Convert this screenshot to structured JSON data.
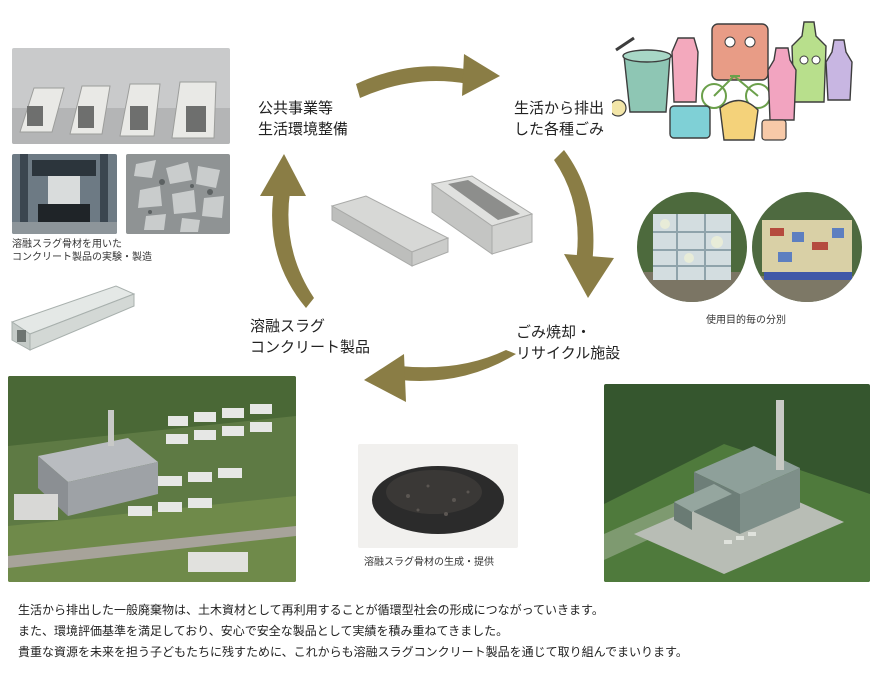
{
  "cycle": {
    "public_works": [
      "公共事業等",
      "生活環境整備"
    ],
    "household_waste": [
      "生活から排出",
      "した各種ごみ"
    ],
    "incineration": [
      "ごみ焼却・",
      "リサイクル施設"
    ],
    "slag_products": [
      "溶融スラグ",
      "コンクリート製品"
    ]
  },
  "captions": {
    "experiment": [
      "溶融スラグ骨材を用いた",
      "コンクリート製品の実験・製造"
    ],
    "sorting": "使用目的毎の分別",
    "aggregate": "溶融スラグ骨材の生成・提供"
  },
  "body_text": [
    "生活から排出した一般廃棄物は、土木資材として再利用することが循環型社会の形成につながっていきます。",
    "また、環境評価基準を満足しており、安心で安全な製品として実績を積み重ねてきました。",
    "貴重な資源を未来を担う子どもたちに残すために、これからも溶融スラグコンクリート製品を通じて取り組んでまいります。"
  ],
  "colors": {
    "arrow": "#8a7d45",
    "arrow_dark": "#6f6434"
  }
}
